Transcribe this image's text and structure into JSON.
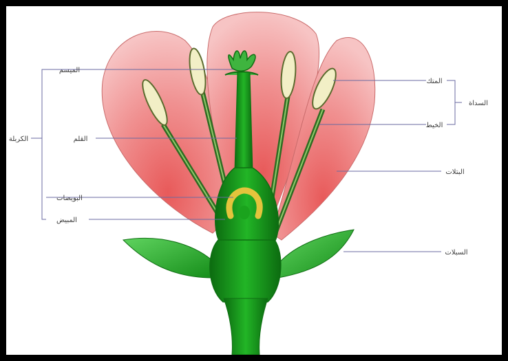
{
  "diagram": {
    "labels": {
      "stigma": "الميسم",
      "style": "القلم",
      "carpel": "الكربلة",
      "ovules": "البويضات",
      "ovary": "المبيض",
      "anther": "المتك",
      "filament": "الخيط",
      "stamen": "السداة",
      "petals": "البتلات",
      "sepals": "السبلات"
    },
    "colors": {
      "petal": "#f08a8a",
      "petal_light": "#f7c9c9",
      "stem_green": "#16a019",
      "dark_green": "#0e6e12",
      "anther": "#f3f0c8",
      "ovule": "#e0c23a",
      "line": "#5a5a8a"
    }
  }
}
